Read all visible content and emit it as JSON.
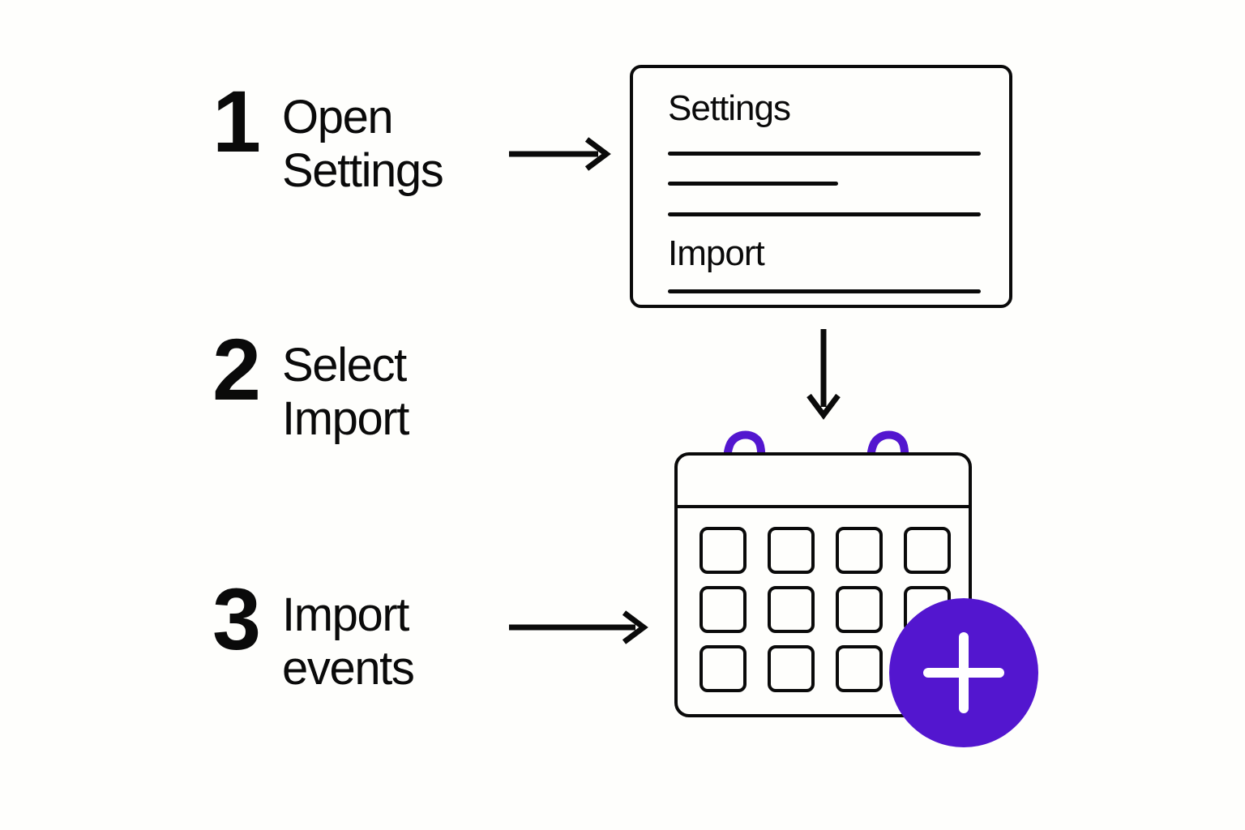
{
  "background_color": "#fefefc",
  "accent_color": "#5316cf",
  "ink_color": "#0a0a0a",
  "steps": [
    {
      "number": "1",
      "label": "Open\nSettings"
    },
    {
      "number": "2",
      "label": "Select\nImport"
    },
    {
      "number": "3",
      "label": "Import\nevents"
    }
  ],
  "arrows": [
    {
      "name": "arrow-step1-to-settings-panel",
      "direction": "right"
    },
    {
      "name": "arrow-settings-panel-to-calendar",
      "direction": "down"
    },
    {
      "name": "arrow-step3-to-calendar",
      "direction": "right"
    }
  ],
  "settings_panel": {
    "heading": "Settings",
    "import_label": "Import",
    "lines": [
      {
        "name": "settings-row-line-1",
        "width": "full"
      },
      {
        "name": "settings-row-line-2",
        "width": "short"
      },
      {
        "name": "settings-row-line-3",
        "width": "full"
      },
      {
        "name": "import-row-line",
        "width": "full"
      }
    ]
  },
  "calendar": {
    "ring_color": "#5316cf",
    "ring_peg_color": "#0a0a0a",
    "rings": 2,
    "grid_columns": 4,
    "grid_rows": 3,
    "cells": 12
  },
  "add_event_button": {
    "icon": "plus-icon",
    "color": "#5316cf",
    "icon_color": "#ffffff"
  }
}
